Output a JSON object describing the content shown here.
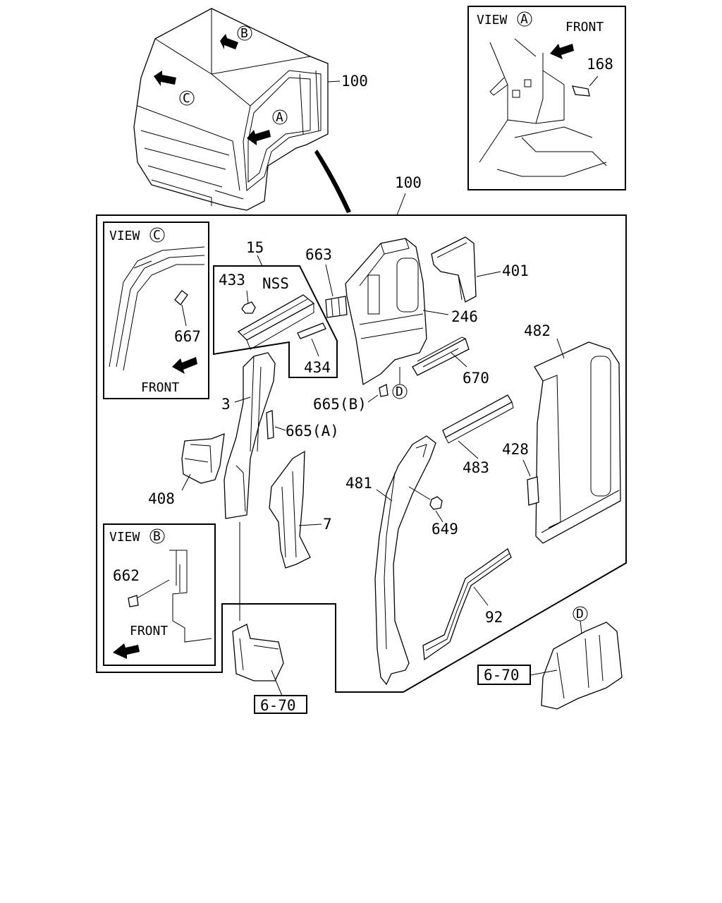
{
  "view_a": {
    "title": "VIEW",
    "circle": "A",
    "front": "FRONT",
    "parts": [
      "168"
    ]
  },
  "view_b": {
    "title": "VIEW",
    "circle": "B",
    "front": "FRONT",
    "parts": [
      "662"
    ]
  },
  "view_c": {
    "title": "VIEW",
    "circle": "C",
    "front": "FRONT",
    "parts": [
      "667"
    ]
  },
  "cab": {
    "label": "100",
    "marks": [
      "B",
      "C",
      "A"
    ]
  },
  "assembly": {
    "label": "100",
    "nss": "NSS",
    "circle_d": "D",
    "parts": [
      "15",
      "433",
      "663",
      "401",
      "246",
      "482",
      "434",
      "670",
      "3",
      "665(B)",
      "665(A)",
      "428",
      "483",
      "408",
      "481",
      "649",
      "7",
      "92"
    ]
  },
  "refs": {
    "ref_bottom": "6-70",
    "ref_right": "6-70",
    "circle_d": "D"
  }
}
